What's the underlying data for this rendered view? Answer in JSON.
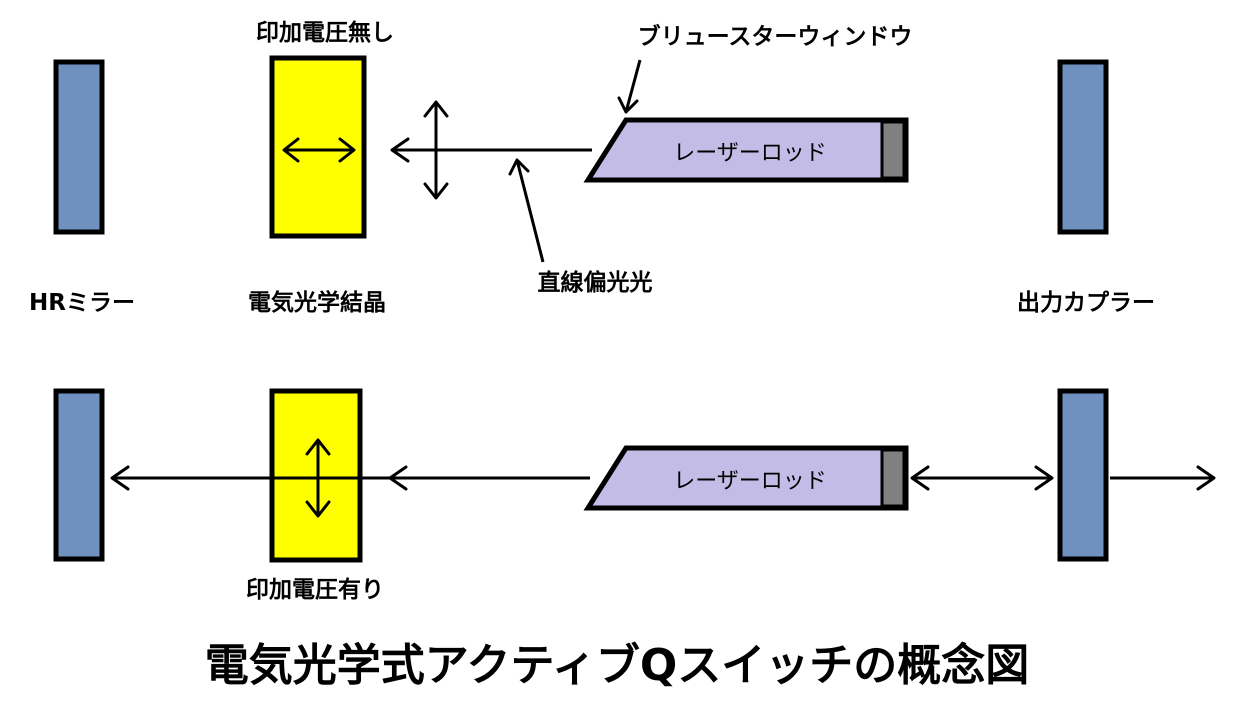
{
  "labels": {
    "no_voltage": "印加電圧無し",
    "brewster_window": "ブリュースターウィンドウ",
    "rod_top": "レーザーロッド",
    "linear_polarized": "直線偏光光",
    "hr_mirror": "HRミラー",
    "eo_crystal": "電気光学結晶",
    "output_coupler": "出力カプラー",
    "rod_bottom": "レーザーロッド",
    "with_voltage": "印加電圧有り",
    "title": "電気光学式アクティブQスイッチの概念図"
  },
  "colors": {
    "mirror": "#6f91bf",
    "crystal": "#ffff00",
    "rod": "#c3bce6",
    "rod_cap": "#808080"
  }
}
